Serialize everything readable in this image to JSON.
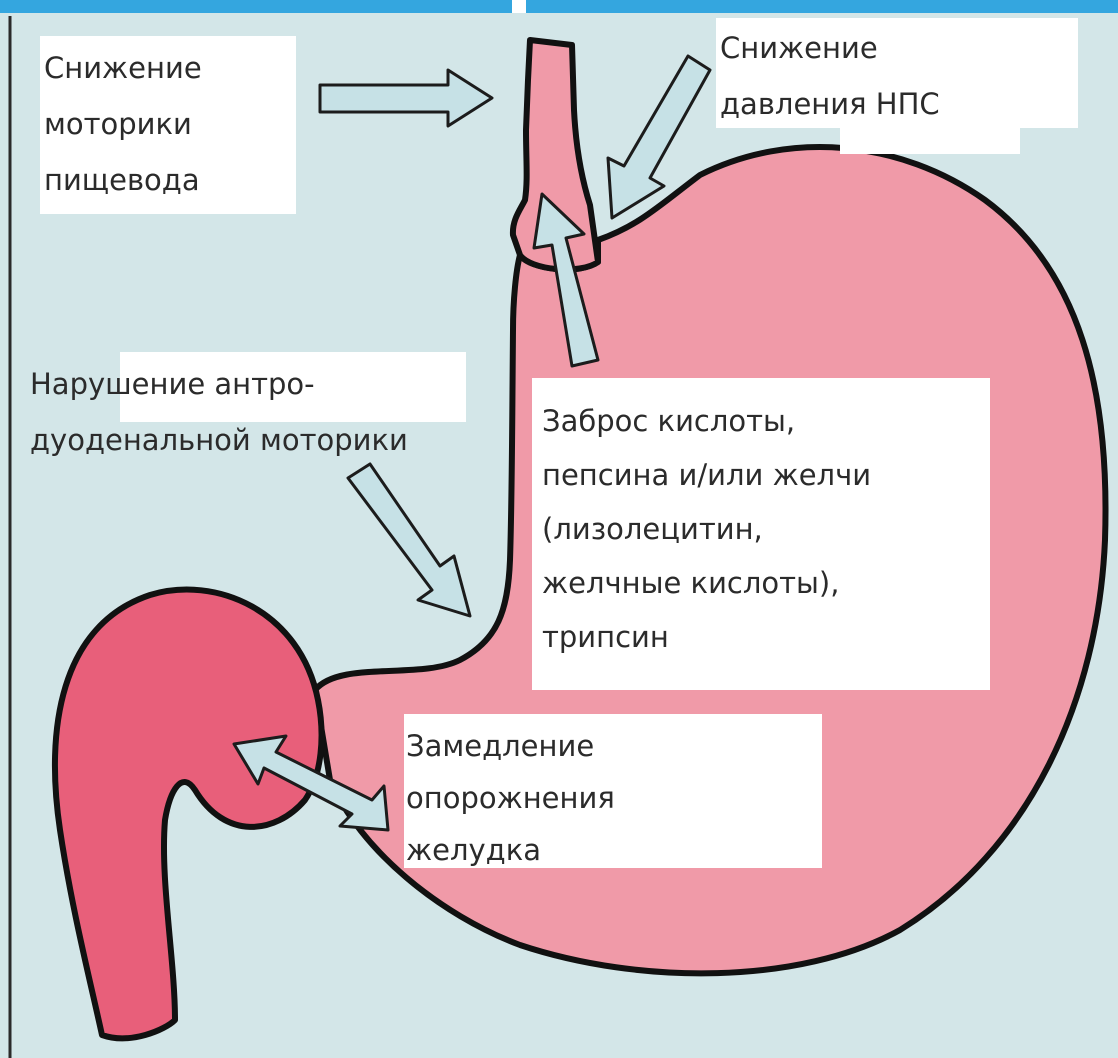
{
  "colors": {
    "background": "#d3e6e8",
    "frame_top": "#34a6df",
    "frame_divider": "#ffffff",
    "stomach_fill": "#f09aa8",
    "duodenum_fill": "#e85f7a",
    "outline": "#111111",
    "arrow_fill": "#c6e1e6",
    "arrow_stroke": "#1c1c1c",
    "label_bg": "#ffffff",
    "label_text": "#2b2b2b"
  },
  "labels": {
    "esophageal_motility": {
      "lines": [
        "Снижение",
        "моторики",
        "пищевода"
      ]
    },
    "les_pressure": {
      "lines": [
        "Снижение",
        "давления НПС"
      ]
    },
    "antroduodenal_motility": {
      "lines": [
        "Нарушение антро-",
        "дуоденальной моторики"
      ]
    },
    "reflux": {
      "lines": [
        "Заброс кислоты,",
        "пепсина и/или желчи",
        "(лизолецитин,",
        "желчные кислоты),",
        "трипсин"
      ]
    },
    "gastric_emptying": {
      "lines": [
        "Замедление",
        "опорожнения",
        "желудка"
      ]
    }
  },
  "icons": {
    "arrows": [
      "right-arrow-icon",
      "down-left-arrow-icon",
      "up-arrow-icon",
      "down-right-arrow-icon",
      "double-arrow-icon"
    ]
  }
}
